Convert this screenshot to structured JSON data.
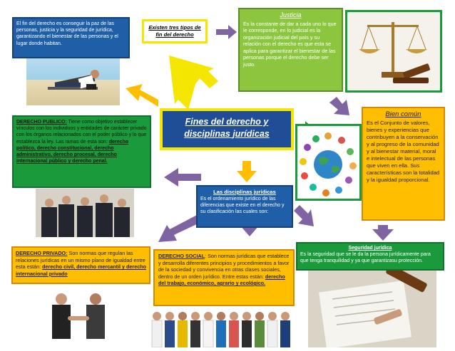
{
  "intro": {
    "text": "El fin del derecho es conseguir la paz de las personas, justicia y la seguridad de jurídica, garantizando el bienestar de las personas y el lugar donde habitan."
  },
  "tipos": {
    "text": "Existen tres tipos de fin del derecho"
  },
  "justicia": {
    "title": "Justicia",
    "text": "Es la constante de dar a cada uno lo que le corresponde, en lo judicial es la organización judicial del país y su relación con el derecho es que esta se aplica para garantizar el bienestar de las personas porque el derecho debe ser justo."
  },
  "center": {
    "title": "Fines del derecho y disciplinas jurídicas"
  },
  "publico": {
    "label": "DERECHO PUBLICO:",
    "text": " Tiene como objetivo establecer vínculos con los individuos y entidades de carácter privado con los órganos relacionados con el poder público y lo que establezca la ley. Las ramas de esta son: ",
    "branches": "derecho político, derecho constitucional, derecho administrativo, derecho procesal, derecho internacional público y derecho penal."
  },
  "bien_comun": {
    "title": "Bien común",
    "text": "Es el Conjunto de valores, bienes y experiencias que contribuyen a la conservación y al progreso de la comunidad y al bienestar material, moral e intelectual de las personas que viven en ella. Sus características son la totalidad y la igualdad proporcional."
  },
  "disciplinas": {
    "title": "Las disciplinas jurídicas",
    "text": "Es el ordenamiento jurídico de las diferencias que existe en el derecho y su clasificación las cuales son:"
  },
  "privado": {
    "label": "DERECHO PRIVADO:",
    "text": " Son normas que regulan las relaciones jurídicas en un mismo plano de igualdad entre esta están: ",
    "branches": "derecho civil, derecho mercantil y derecho internacional privado"
  },
  "social": {
    "label": "DERECHO SOCIAL",
    "text": ": Son normas jurídicas que establece y desarrolla diferentes principios y procedimientos a favor de la sociedad y convivencia en otras clases sociales, dentro de un orden jurídico. Entre estas están: ",
    "branches": "derecho del trabajo, económico, agrario y ecológico."
  },
  "seguridad": {
    "title": "Seguridad jurídica",
    "text": "Es la seguridad que se le da la persona jurídicamente para que tenga tranquilidad y ya que garantizasu protección."
  },
  "colors": {
    "blue": "#1f5fa8",
    "green": "#8cc63f",
    "dark_green": "#1b9a3c",
    "orange": "#ffbf00",
    "yellow": "#f5e600",
    "arrow_purple": "#8064a2"
  }
}
